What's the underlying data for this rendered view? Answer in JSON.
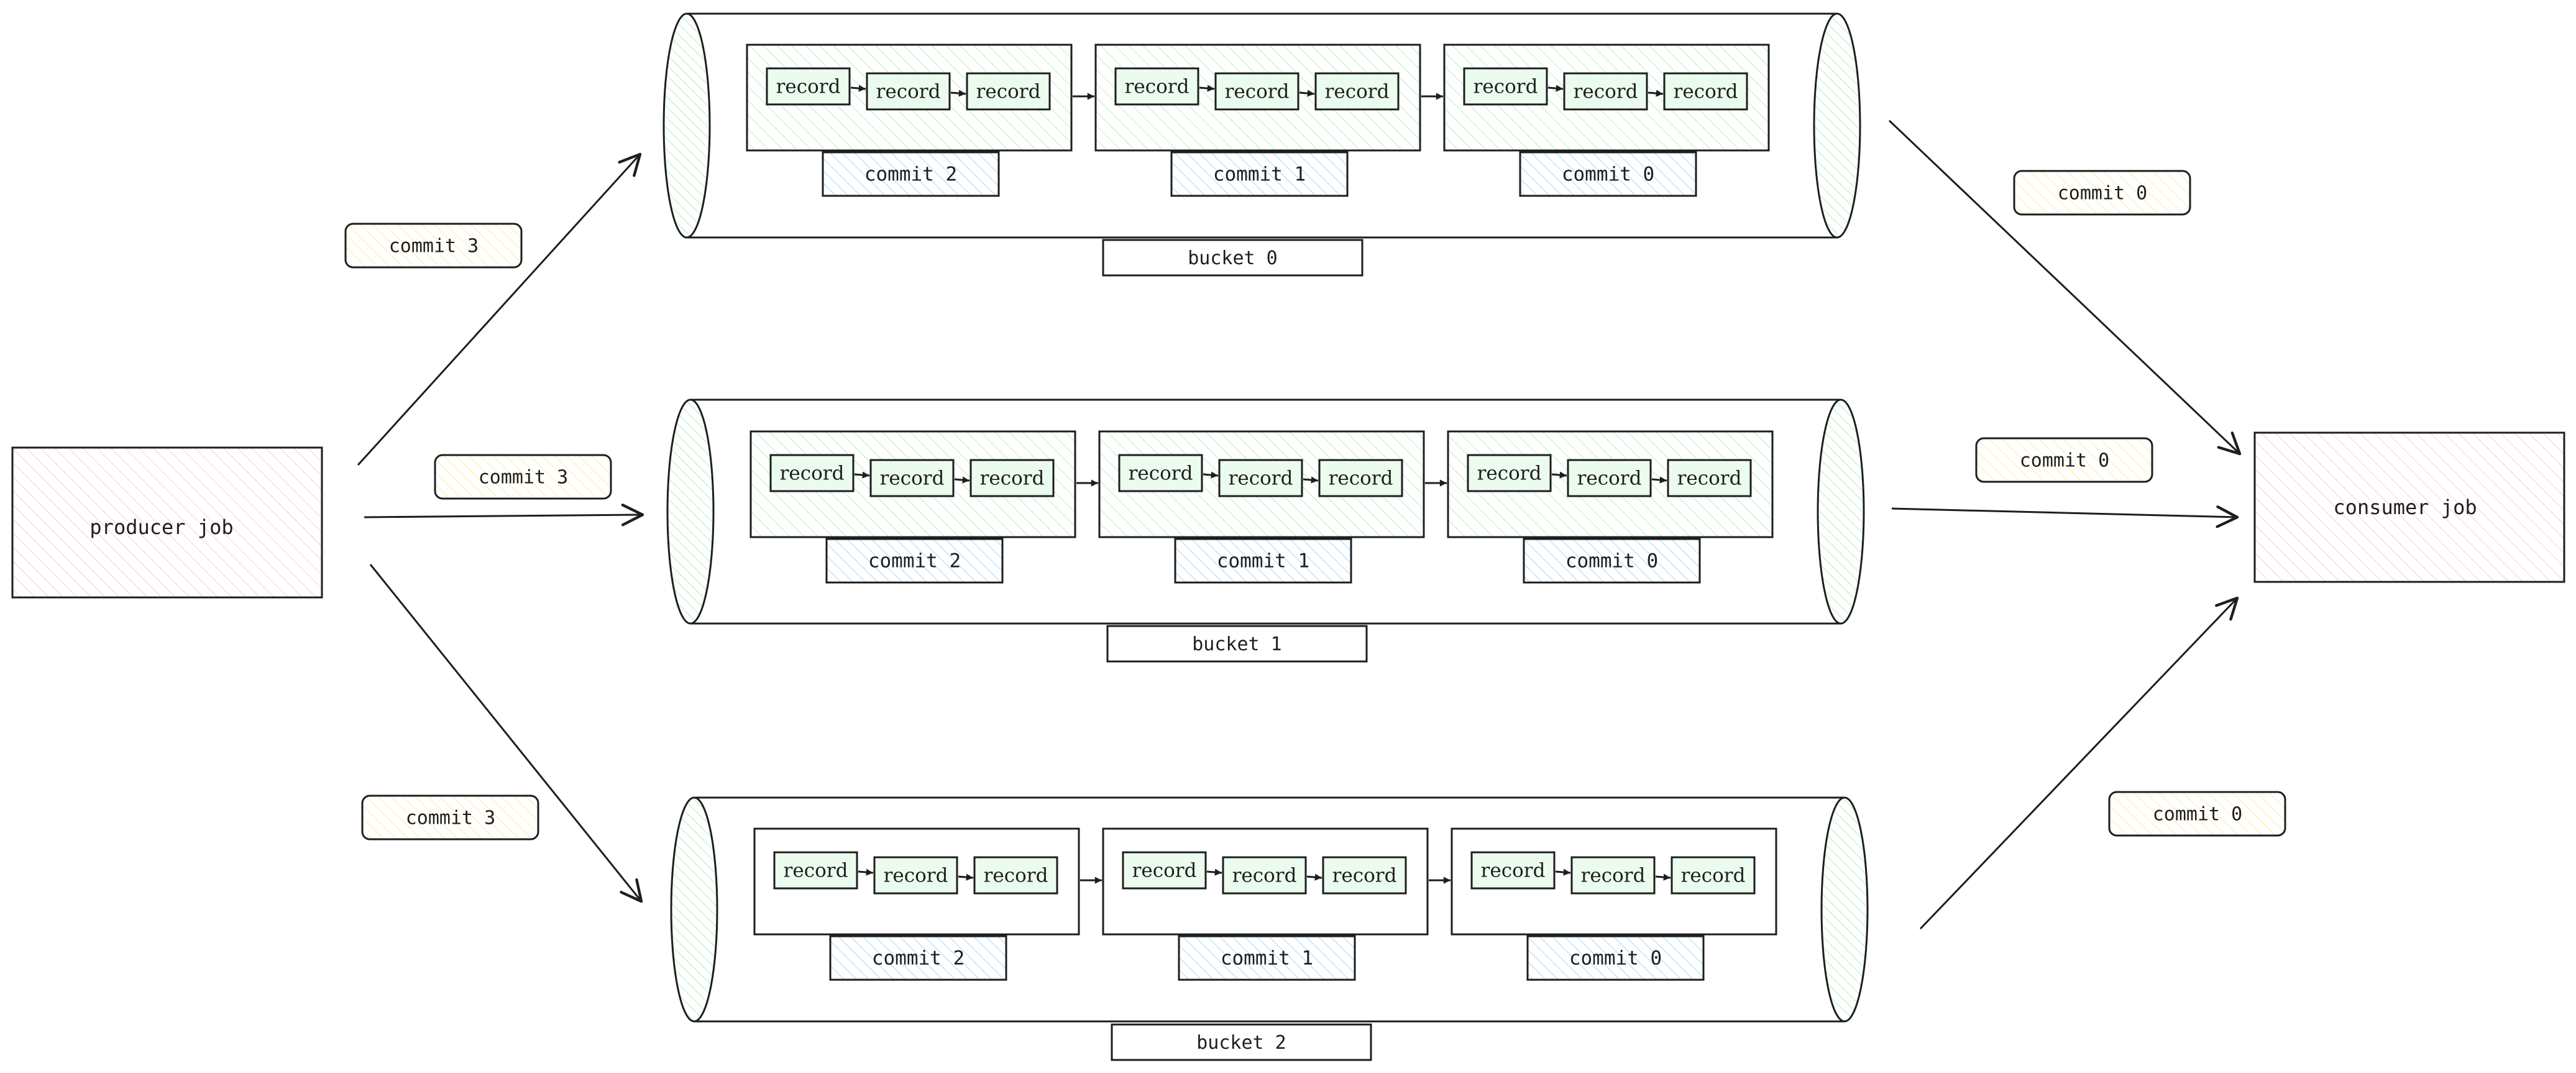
{
  "producer": {
    "label": "producer job"
  },
  "consumer": {
    "label": "consumer job"
  },
  "record_label": "record",
  "buckets": [
    {
      "name": "bucket 0",
      "input_commit": "commit 3",
      "output_commit": "commit 0",
      "segments": [
        {
          "commit": "commit 2"
        },
        {
          "commit": "commit 1"
        },
        {
          "commit": "commit 0"
        }
      ]
    },
    {
      "name": "bucket 1",
      "input_commit": "commit 3",
      "output_commit": "commit 0",
      "segments": [
        {
          "commit": "commit 2"
        },
        {
          "commit": "commit 1"
        },
        {
          "commit": "commit 0"
        }
      ]
    },
    {
      "name": "bucket 2",
      "input_commit": "commit 3",
      "output_commit": "commit 0",
      "segments": [
        {
          "commit": "commit 2"
        },
        {
          "commit": "commit 1"
        },
        {
          "commit": "commit 0"
        }
      ]
    }
  ],
  "colors": {
    "stroke": "#1e1e1e",
    "job_fill": "#ffc9c9",
    "record_fill": "#b2f2bb",
    "commit_fill": "#a5d8ff",
    "pill_fill": "#ffec99",
    "background": "#ffffff"
  }
}
